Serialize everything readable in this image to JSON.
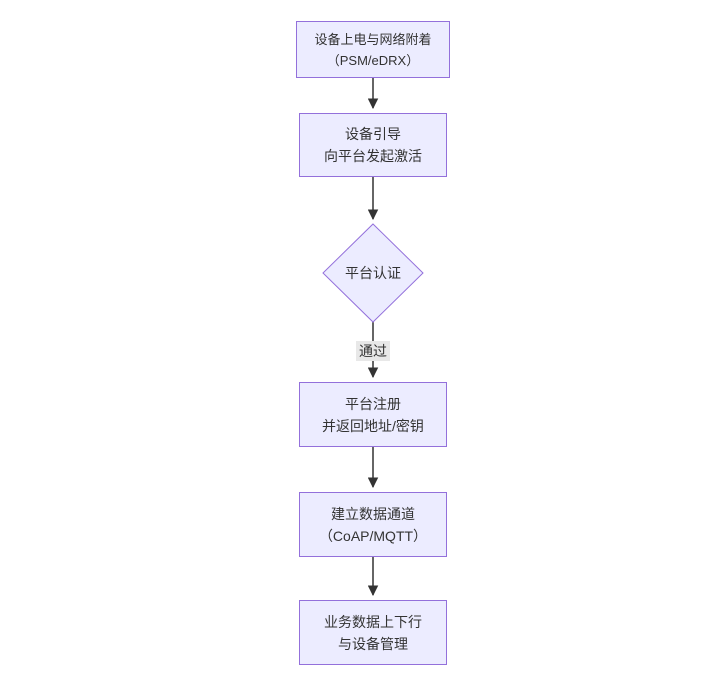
{
  "diagram": {
    "type": "flowchart",
    "direction": "top-down",
    "colors": {
      "canvas_bg": "#ffffff",
      "node_fill": "#ECECFF",
      "node_border": "#9370DB",
      "edge_line": "#333333",
      "text": "#333333",
      "edge_label_bg": "#e8e8e8"
    },
    "nodes": [
      {
        "id": "A",
        "shape": "rect",
        "lines": [
          "设备上电与网络附着",
          "（PSM/eDRX）"
        ]
      },
      {
        "id": "B",
        "shape": "rect",
        "lines": [
          "设备引导",
          "向平台发起激活"
        ]
      },
      {
        "id": "C",
        "shape": "diamond",
        "lines": [
          "平台认证"
        ]
      },
      {
        "id": "D",
        "shape": "rect",
        "lines": [
          "平台注册",
          "并返回地址/密钥"
        ]
      },
      {
        "id": "E",
        "shape": "rect",
        "lines": [
          "建立数据通道",
          "（CoAP/MQTT）"
        ]
      },
      {
        "id": "F",
        "shape": "rect",
        "lines": [
          "业务数据上下行",
          "与设备管理"
        ]
      }
    ],
    "edges": [
      {
        "from": "A",
        "to": "B",
        "label": ""
      },
      {
        "from": "B",
        "to": "C",
        "label": ""
      },
      {
        "from": "C",
        "to": "D",
        "label": "通过"
      },
      {
        "from": "D",
        "to": "E",
        "label": ""
      },
      {
        "from": "E",
        "to": "F",
        "label": ""
      }
    ]
  }
}
